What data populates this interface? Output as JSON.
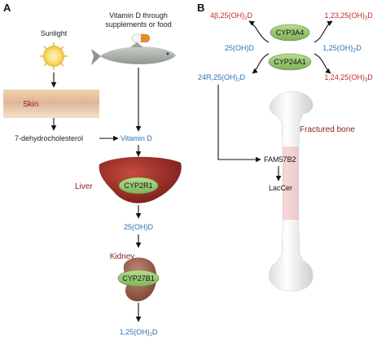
{
  "panel_a": {
    "label": "A",
    "sunlight": "Sunlight",
    "vitamin_d_source_line1": "Vitamin D through",
    "vitamin_d_source_line2": "supplements or food",
    "skin": "Skin",
    "precursor": "7-dehydrocholesterol",
    "vitamin_d": "Vitamin D",
    "liver": "Liver",
    "liver_enzyme": "CYP2R1",
    "hydroxy_25": "25(OH)D",
    "kidney": "Kidney",
    "kidney_enzyme": "CYP27B1",
    "dihydroxy_base": "1,25(OH)",
    "dihydroxy_sub": "2",
    "dihydroxy_end": "D"
  },
  "panel_b": {
    "label": "B",
    "left_top_base": "4β,25(OH)",
    "left_top_sub": "2",
    "left_top_end": "D",
    "enzyme_top": "CYP3A4",
    "right_top_base": "1,23,25(OH)",
    "right_top_sub": "3",
    "right_top_end": "D",
    "left_mid": "25(OH)D",
    "right_mid_base": "1,25(OH)",
    "right_mid_sub": "2",
    "right_mid_end": "D",
    "enzyme_bottom": "CYP24A1",
    "left_bottom_base": "24R,25(OH)",
    "left_bottom_sub": "2",
    "left_bottom_end": "D",
    "right_bottom_base": "1,24,25(OH)",
    "right_bottom_sub": "3",
    "right_bottom_end": "D",
    "fractured_bone": "Fractured bone",
    "fam57b2": "FAM57B2",
    "laccer": "LacCer"
  },
  "colors": {
    "blue_text": "#2f6fae",
    "red_text": "#c62828",
    "enzyme_fill": "#8fbf6a",
    "organ_label": "#8b1d1d"
  }
}
